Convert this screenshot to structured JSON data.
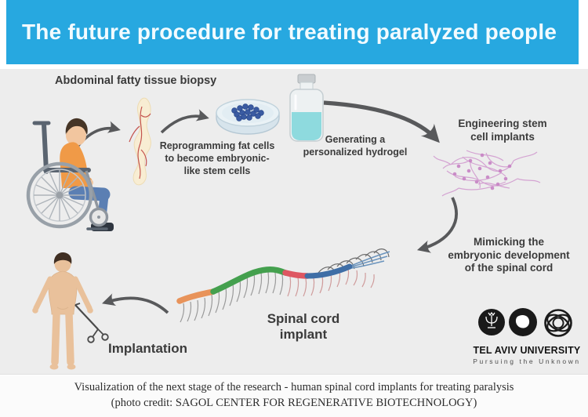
{
  "header": {
    "title": "The future procedure for treating paralyzed people"
  },
  "diagram": {
    "labels": {
      "biopsy": "Abdominal fatty tissue biopsy",
      "reprogramming": [
        "Reprogramming fat cells",
        "to become embryonic-",
        "like stem cells"
      ],
      "hydrogel": [
        "Generating a",
        "personalized hydrogel"
      ],
      "engineering": [
        "Engineering stem",
        "cell implants"
      ],
      "mimicking": [
        "Mimicking the",
        "embryonic development",
        "of the spinal cord"
      ],
      "spinal_implant": [
        "Spinal cord",
        "implant"
      ],
      "implantation": "Implantation"
    },
    "icons": [
      "wheelchair-patient",
      "fatty-tissue",
      "petri-dish",
      "hydrogel-bottle",
      "stem-cell-network",
      "spinal-cord-implant",
      "patient-figure",
      "surgical-tool"
    ]
  },
  "logo": {
    "name": "TEL AVIV UNIVERSITY",
    "tagline": "Pursuing the Unknown"
  },
  "caption": {
    "line1": "Visualization of the next stage of the research - human spinal cord implants for treating paralysis",
    "line2": "(photo credit: SAGOL CENTER FOR REGENERATIVE BIOTECHNOLOGY)"
  },
  "colors": {
    "header_bg": "#27a8e0",
    "canvas_bg": "#ededed",
    "text": "#3b3b3b",
    "arrow": "#58595b",
    "cord_orange": "#e8935a",
    "cord_green": "#44a04e",
    "cord_red": "#de5762",
    "cord_blue": "#3f6ea6",
    "network_pink": "#d4a3d2",
    "liquid_cyan": "#8edade",
    "shirt_orange": "#f09a47",
    "jeans_blue": "#5b7fb3"
  }
}
